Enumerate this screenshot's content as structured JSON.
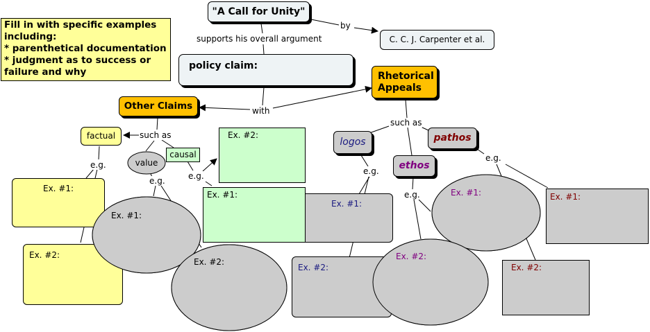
{
  "note": {
    "lines": [
      "Fill in with specific examples",
      "including:",
      "* parenthetical documentation",
      "* judgment as to success or",
      "failure and why"
    ]
  },
  "nodes": {
    "title": "\"A Call for Unity\"",
    "author": "C. C. J. Carpenter et al.",
    "policy_claim": "policy claim:",
    "rhetorical_appeals": "Rhetorical Appeals",
    "other_claims": "Other Claims",
    "factual": "factual",
    "value": "value",
    "causal": "causal",
    "logos": "logos",
    "ethos": "ethos",
    "pathos": "pathos"
  },
  "links": {
    "by": "by",
    "supports": "supports his overall argument",
    "with": "with",
    "such_as_claims": "such as",
    "such_as_appeals": "such as",
    "eg": "e.g."
  },
  "examples": {
    "factual_1": "Ex. #1:",
    "factual_2": "Ex. #2:",
    "value_1": "Ex. #1:",
    "value_2": "Ex. #2:",
    "causal_1": "Ex. #1:",
    "causal_2": "Ex. #2:",
    "logos_1": "Ex. #1:",
    "logos_2": "Ex. #2:",
    "ethos_1": "Ex. #1:",
    "ethos_2": "Ex. #2:",
    "pathos_1": "Ex. #1:",
    "pathos_2": "Ex. #2:"
  },
  "colors": {
    "note_bg": "#ffff99",
    "title_bg": "#eef3f5",
    "gold": "#ffc000",
    "yellow": "#ffff99",
    "green": "#ccffcc",
    "gray": "#cccccc",
    "logos_text": "#1a1a80",
    "ethos_text": "#800080",
    "pathos_text": "#800000"
  }
}
